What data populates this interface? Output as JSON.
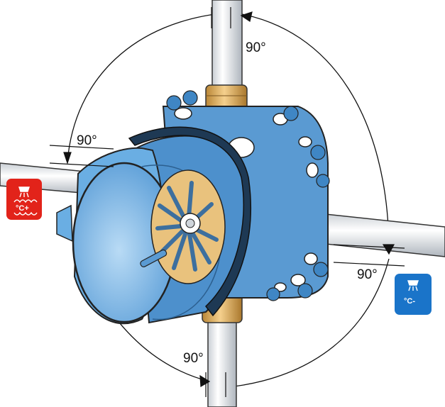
{
  "angles": {
    "top": "90°",
    "left": "90°",
    "right": "90°",
    "bottom": "90°"
  },
  "badges": {
    "hot": {
      "text": "°C+",
      "color": "#e2231a",
      "icon": "hot-water-shower-icon"
    },
    "cold": {
      "text": "°C-",
      "color": "#1a74c9",
      "icon": "cold-water-shower-icon"
    }
  },
  "colors": {
    "housing_blue": "#6aaee3",
    "housing_dark": "#3f86c4",
    "brass": "#e8b96a",
    "pipe": "#eef1f4"
  }
}
